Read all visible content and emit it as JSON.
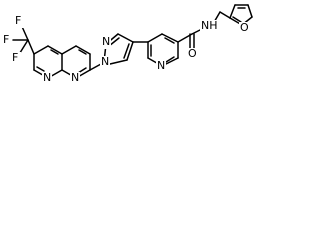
{
  "atoms": {
    "f_top": "F",
    "f_left": "F",
    "f_bottom": "F",
    "n_naph_1": "N",
    "n_naph_2": "N",
    "n_pyrazole_1": "N",
    "n_pyrazole_2": "N",
    "n_pyridine": "N",
    "n_amide": "NH",
    "o_carbonyl": "O",
    "o_furan": "O"
  }
}
